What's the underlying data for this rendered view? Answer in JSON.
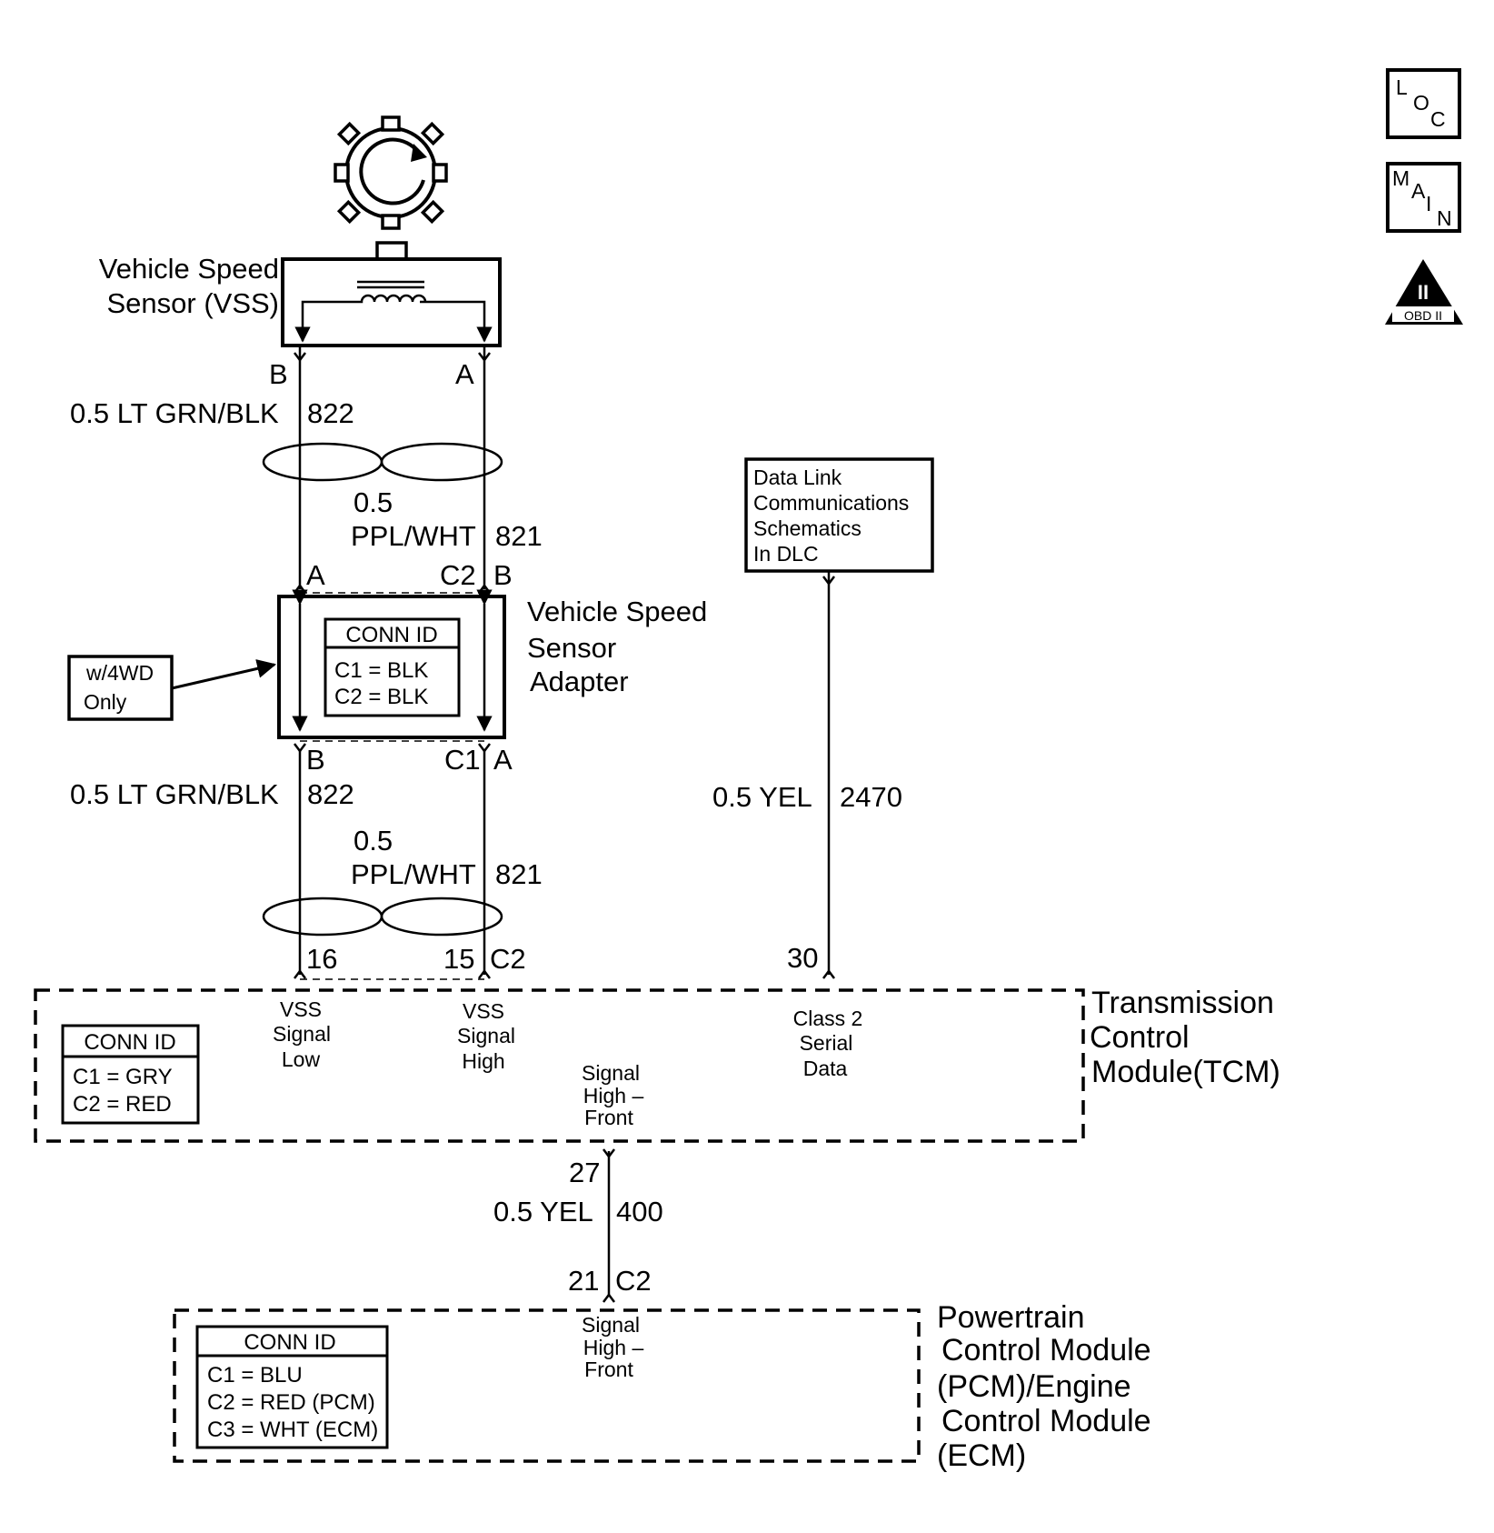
{
  "icons": {
    "loc": [
      "L",
      "O",
      "C"
    ],
    "main": [
      "M",
      "A",
      "I",
      "N"
    ],
    "obd": {
      "numeral": "II",
      "label": "OBD II"
    }
  },
  "vss": {
    "line1": "Vehicle Speed",
    "line2": "Sensor (VSS)",
    "pin_b": "B",
    "pin_a": "A"
  },
  "wire_822_top": {
    "label": "0.5 LT GRN/BLK",
    "circuit": "822"
  },
  "wire_821_top": {
    "line1": "0.5",
    "line2": "PPL/WHT",
    "circuit": "821"
  },
  "adapter": {
    "title": [
      "Vehicle Speed",
      "Sensor",
      "Adapter"
    ],
    "top_pin_left": "A",
    "top_conn": "C2",
    "top_pin_right": "B",
    "bottom_pin_left": "B",
    "bottom_conn": "C1",
    "bottom_pin_right": "A",
    "conn_title": "CONN ID",
    "conn_lines": [
      "C1 = BLK",
      "C2 = BLK"
    ]
  },
  "w4wd": {
    "line1": "w/4WD",
    "line2": "Only"
  },
  "wire_822_bottom": {
    "label": "0.5 LT GRN/BLK",
    "circuit": "822"
  },
  "wire_821_bottom": {
    "line1": "0.5",
    "line2": "PPL/WHT",
    "circuit": "821"
  },
  "dlc_box": {
    "lines": [
      "Data Link",
      "Communications",
      "Schematics",
      "In DLC"
    ]
  },
  "wire_2470": {
    "label": "0.5 YEL",
    "circuit": "2470"
  },
  "tcm": {
    "title": [
      "Transmission",
      "Control",
      "Module(TCM)"
    ],
    "pin_16": "16",
    "pin_15": "15",
    "conn_c2": "C2",
    "pin_30": "30",
    "pin_27": "27",
    "vss_low": [
      "VSS",
      "Signal",
      "Low"
    ],
    "vss_high": [
      "VSS",
      "Signal",
      "High"
    ],
    "class2": [
      "Class 2",
      "Serial",
      "Data"
    ],
    "signal_front": [
      "Signal",
      "High –",
      "Front"
    ],
    "conn_title": "CONN ID",
    "conn_lines": [
      "C1 = GRY",
      "C2 = RED"
    ]
  },
  "wire_400": {
    "label": "0.5 YEL",
    "circuit": "400"
  },
  "pcm": {
    "title": [
      "Powertrain",
      "Control Module",
      "(PCM)/Engine",
      "Control Module",
      "(ECM)"
    ],
    "pin_21": "21",
    "conn_c2": "C2",
    "signal_front": [
      "Signal",
      "High –",
      "Front"
    ],
    "conn_title": "CONN ID",
    "conn_lines": [
      "C1 = BLU",
      "C2 = RED (PCM)",
      "C3 = WHT (ECM)"
    ]
  }
}
